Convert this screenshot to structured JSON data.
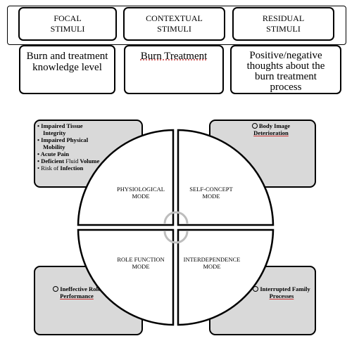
{
  "stimuli": {
    "focal": {
      "title_line1": "FOCAL",
      "title_line2": "STIMULI",
      "body": "Burn and treatment knowledge level"
    },
    "contextual": {
      "title_line1": "CONTEXTUAL",
      "title_line2": "STIMULI",
      "body": "Burn Treatment"
    },
    "residual": {
      "title_line1": "RESIDUAL",
      "title_line2": "STIMULI",
      "body": "Positive/negative thoughts about the burn treatment process"
    }
  },
  "modes": {
    "physiological": {
      "line1": "PHYSIOLOGICAL",
      "line2": "MODE"
    },
    "self_concept": {
      "line1": "SELF-CONCEPT",
      "line2": "MODE"
    },
    "role_function": {
      "line1": "ROLE FUNCTION",
      "line2": "MODE"
    },
    "interdependence": {
      "line1": "INTERDEPENDENCE",
      "line2": "MODE"
    }
  },
  "diagnoses": {
    "physiological": {
      "item1_line1": "• Impaired Tissue",
      "item1_line2": "Integrity",
      "item2_line1": "• Impaired Physical",
      "item2_line2": "Mobility",
      "item3": "• Acute Pain",
      "item4_a": "• Deficient",
      "item4_b": "Fluid",
      "item4_c": "Volume",
      "item5_a": "• Risk of",
      "item5_b": "Infection"
    },
    "self_concept": {
      "line1": "Body Image",
      "line2": "Deterioration"
    },
    "role_function": {
      "line1": "Ineffective Role",
      "line2": "Performance"
    },
    "interdependence": {
      "line1": "Interrupted Family",
      "line2": "Processes"
    }
  }
}
